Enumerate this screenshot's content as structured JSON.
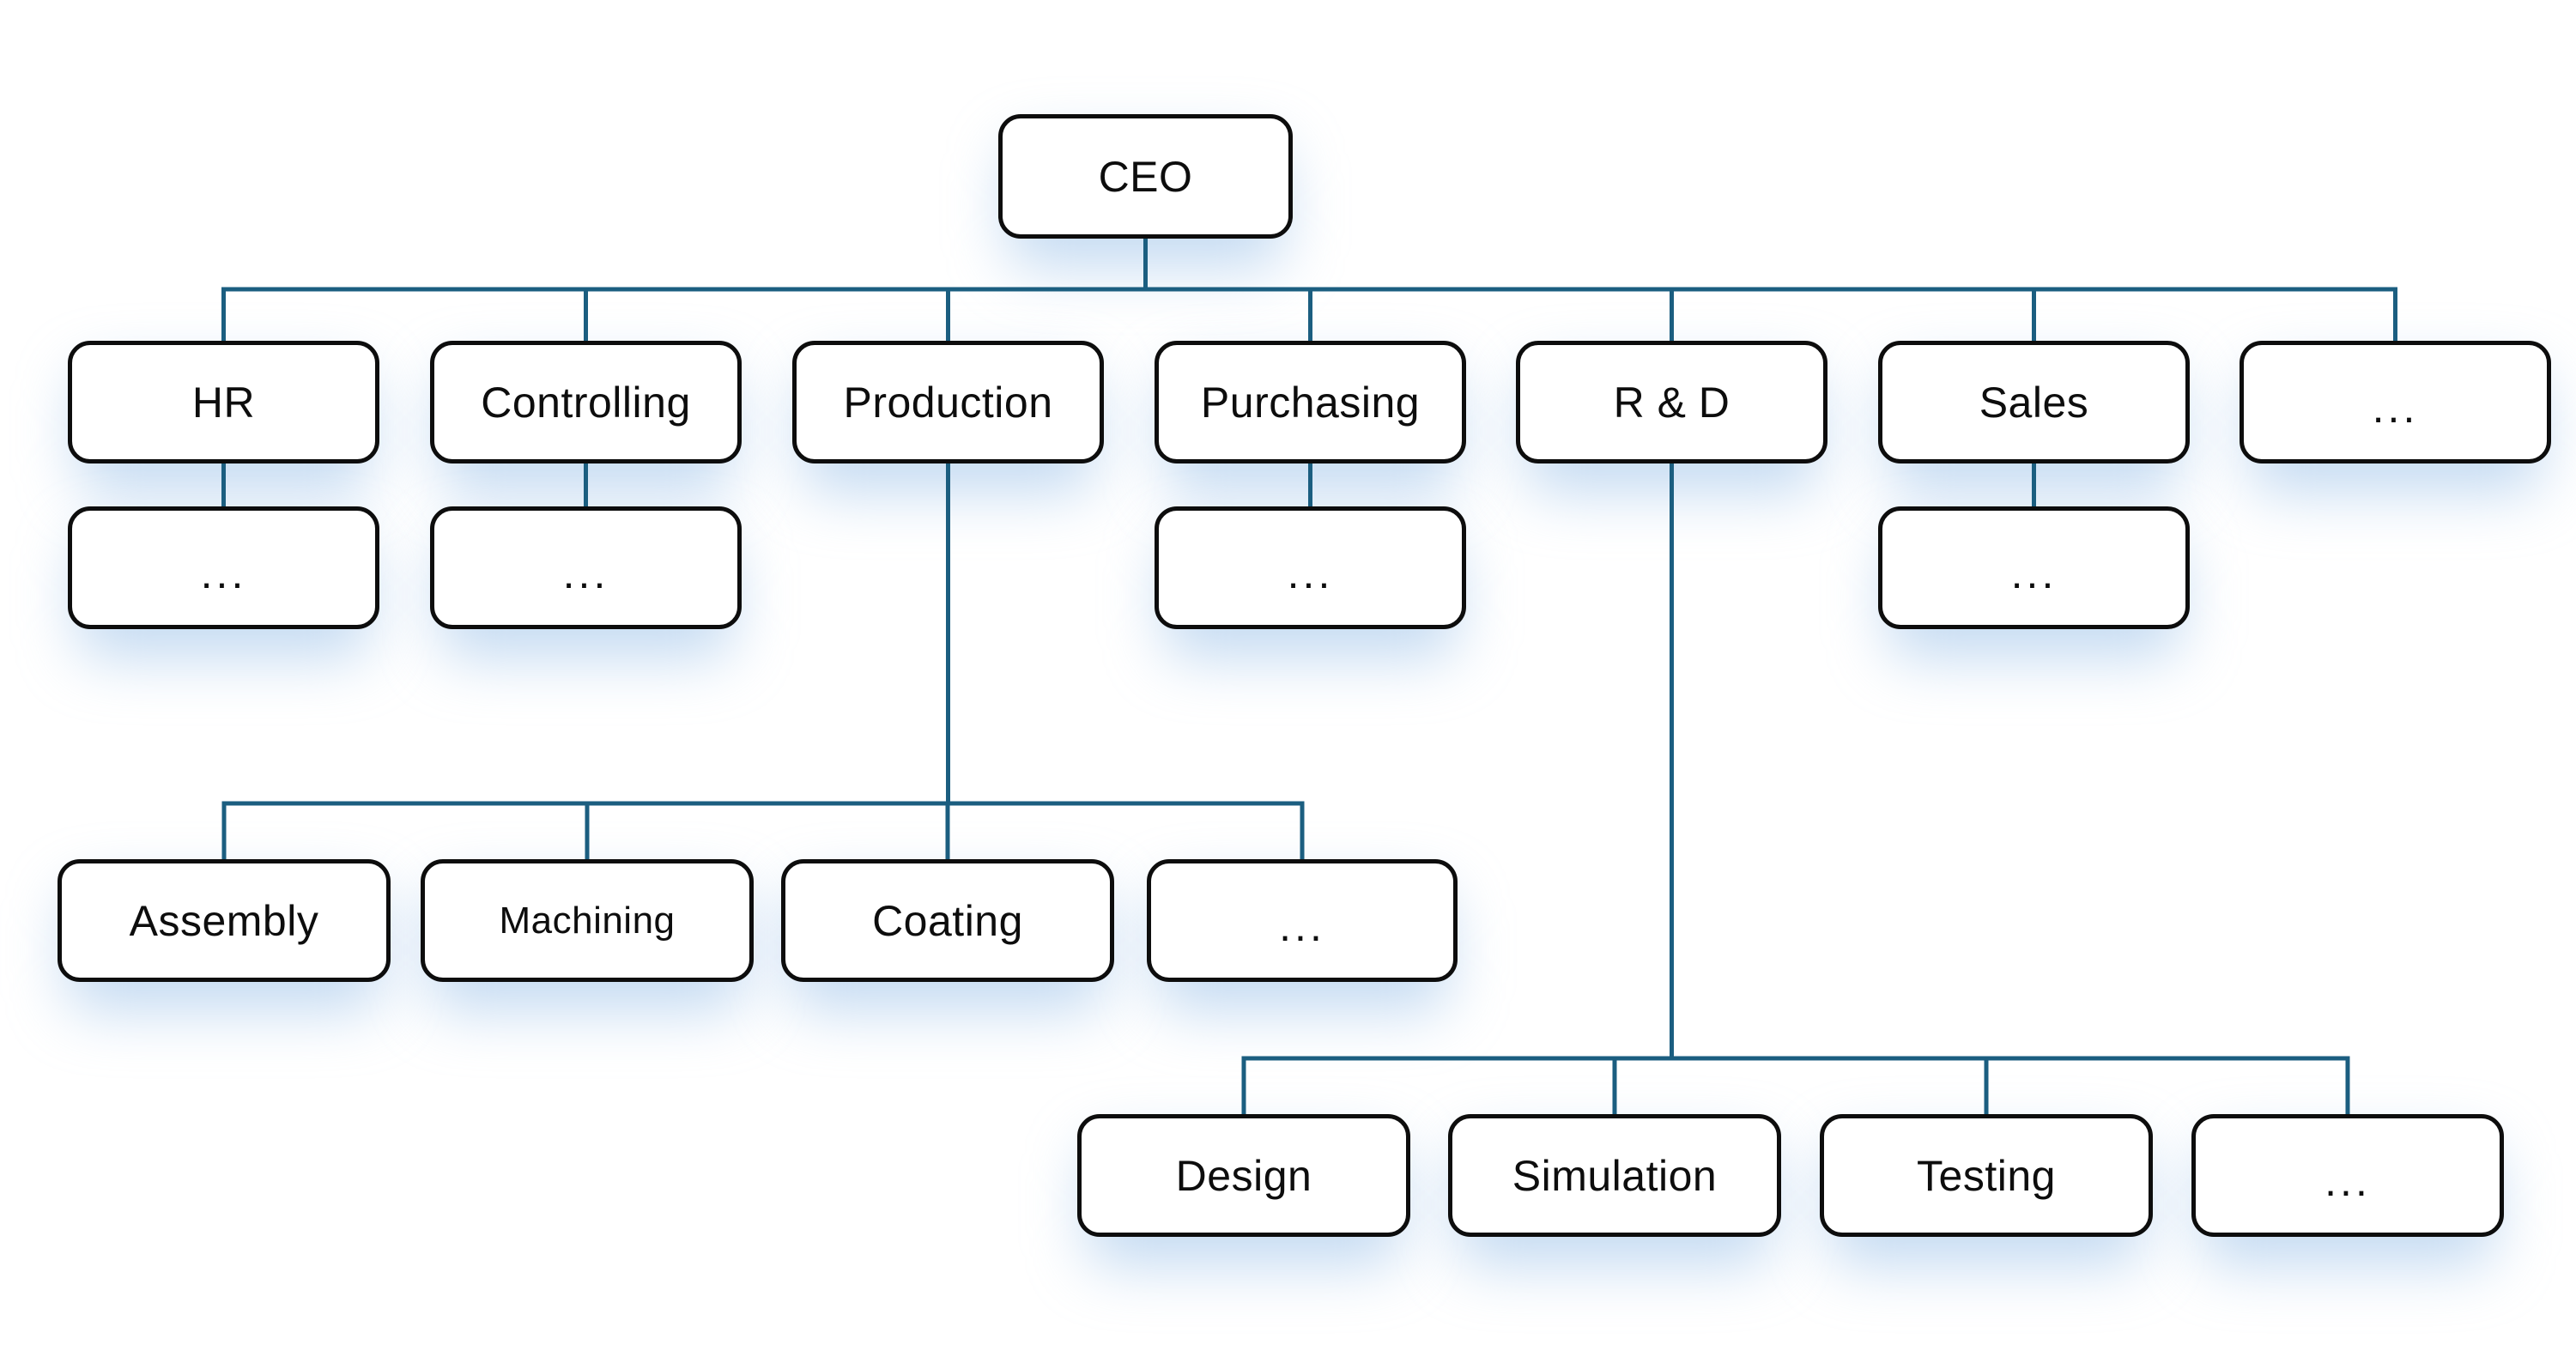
{
  "diagram": {
    "type": "org-chart",
    "connector_color": "#1b5e80",
    "shadow_color": "#c5daf0",
    "root": {
      "id": "ceo",
      "label": "CEO"
    },
    "departments": [
      {
        "id": "hr",
        "label": "HR",
        "children": [
          {
            "id": "hr-more",
            "label": "..."
          }
        ]
      },
      {
        "id": "controlling",
        "label": "Controlling",
        "children": [
          {
            "id": "controlling-more",
            "label": "..."
          }
        ]
      },
      {
        "id": "production",
        "label": "Production",
        "children": [
          {
            "id": "assembly",
            "label": "Assembly"
          },
          {
            "id": "machining",
            "label": "Machining"
          },
          {
            "id": "coating",
            "label": "Coating"
          },
          {
            "id": "production-more",
            "label": "..."
          }
        ]
      },
      {
        "id": "purchasing",
        "label": "Purchasing",
        "children": [
          {
            "id": "purchasing-more",
            "label": "..."
          }
        ]
      },
      {
        "id": "rnd",
        "label": "R & D",
        "children": [
          {
            "id": "design",
            "label": "Design"
          },
          {
            "id": "simulation",
            "label": "Simulation"
          },
          {
            "id": "testing",
            "label": "Testing"
          },
          {
            "id": "rnd-more",
            "label": "..."
          }
        ]
      },
      {
        "id": "sales",
        "label": "Sales",
        "children": [
          {
            "id": "sales-more",
            "label": "..."
          }
        ]
      },
      {
        "id": "more-departments",
        "label": "...",
        "children": []
      }
    ]
  }
}
